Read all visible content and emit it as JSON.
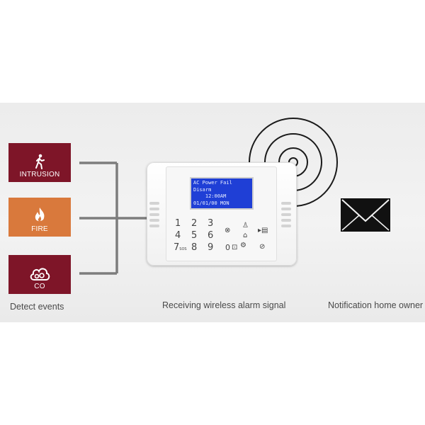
{
  "events": [
    {
      "name": "intrusion",
      "label": "INTRUSION",
      "icon": "walking-person-icon",
      "color": "#7e1528"
    },
    {
      "name": "fire",
      "label": "FIRE",
      "icon": "flame-icon",
      "color": "#d9793c"
    },
    {
      "name": "co",
      "label": "CO",
      "icon": "cloud-icon",
      "color": "#7e1528"
    }
  ],
  "captions": {
    "detect": "Detect events",
    "receive": "Receiving wireless alarm signal",
    "notify": "Notification home owner"
  },
  "lcd": {
    "line1": "AC Power Fail",
    "line2": "Disarm",
    "line3": "    12:00AM",
    "line4": "01/01/00 MON"
  },
  "keypad": {
    "k1": "1",
    "k2": "2",
    "k3": "3",
    "k4": "4",
    "k5": "5",
    "k6": "6",
    "k7": "7",
    "k7sub": "SOS",
    "k8": "8",
    "k9": "9",
    "k0": "0"
  },
  "icons": {
    "signal": "wireless-signal-icon",
    "notification": "envelope-icon"
  }
}
